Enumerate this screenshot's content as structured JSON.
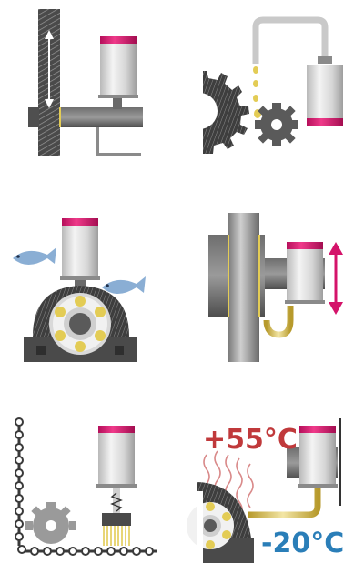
{
  "panels": [
    {
      "id": "shaft-vertical-lubricator",
      "caption": ""
    },
    {
      "id": "gear-drip-lubrication",
      "caption": ""
    },
    {
      "id": "food-grade-bearing",
      "caption": ""
    },
    {
      "id": "vertical-movement-lubricator",
      "caption": ""
    },
    {
      "id": "chain-brush-lubrication",
      "caption": ""
    },
    {
      "id": "temperature-range-lubrication",
      "caption": ""
    }
  ],
  "temperature": {
    "high": "+55°C",
    "low": "-20°C",
    "high_color": "#c0393b",
    "low_color": "#2a7eb8"
  },
  "colors": {
    "cartridge_cap": "#d4136a",
    "metal_dark": "#5a5a5a",
    "metal_light": "#bdbdbd",
    "fish": "#8aaed4",
    "oil": "#e3cc55"
  },
  "icons": [
    "lubricator-icon",
    "shaft-icon",
    "gear-icon",
    "fish-icon",
    "bearing-icon",
    "chain-icon",
    "brush-icon",
    "sprocket-icon",
    "heat-waves-icon",
    "double-arrow-icon"
  ]
}
